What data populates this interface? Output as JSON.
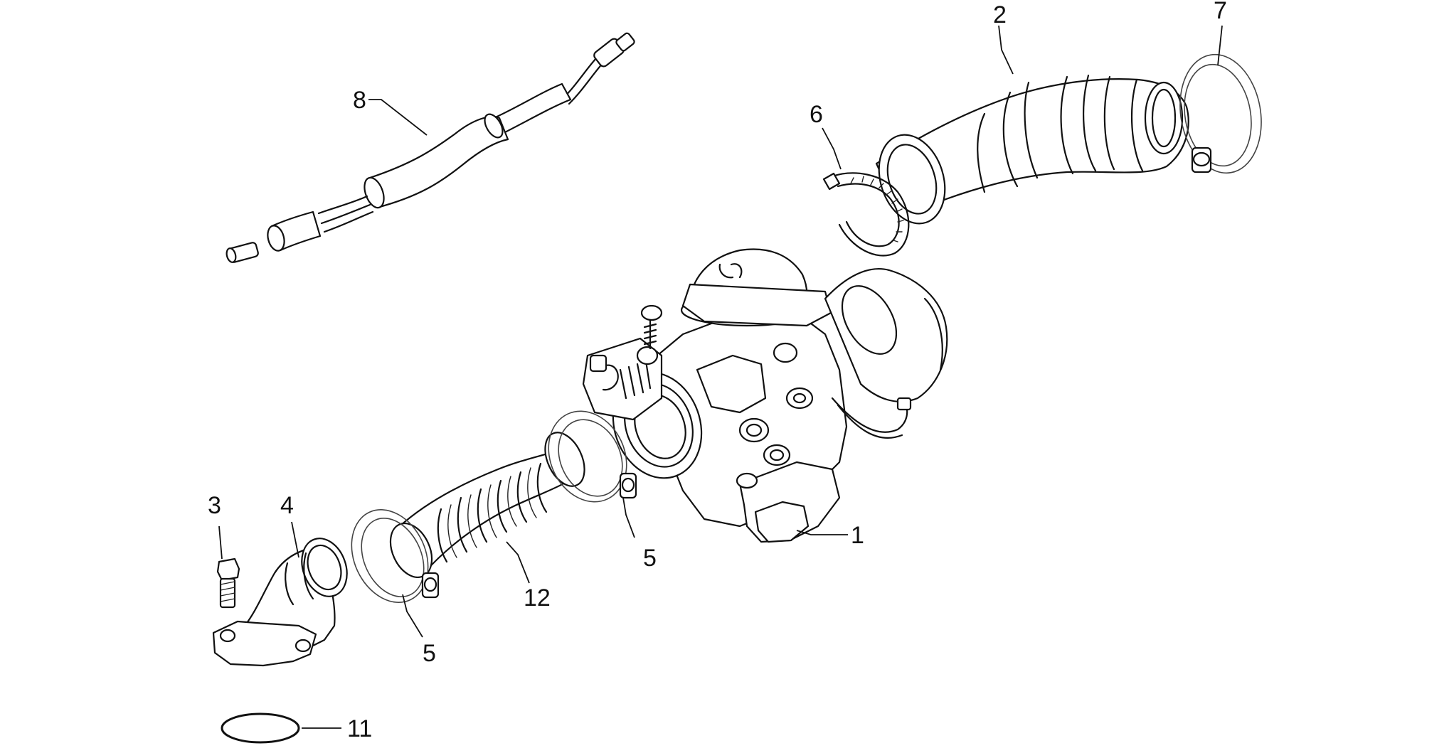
{
  "diagram": {
    "callouts": [
      {
        "id": "c1",
        "label": "1"
      },
      {
        "id": "c2",
        "label": "2"
      },
      {
        "id": "c3",
        "label": "3"
      },
      {
        "id": "c4",
        "label": "4"
      },
      {
        "id": "c5a",
        "label": "5"
      },
      {
        "id": "c5b",
        "label": "5"
      },
      {
        "id": "c6",
        "label": "6"
      },
      {
        "id": "c7",
        "label": "7"
      },
      {
        "id": "c8",
        "label": "8"
      },
      {
        "id": "c11",
        "label": "11"
      },
      {
        "id": "c12",
        "label": "12"
      }
    ]
  }
}
